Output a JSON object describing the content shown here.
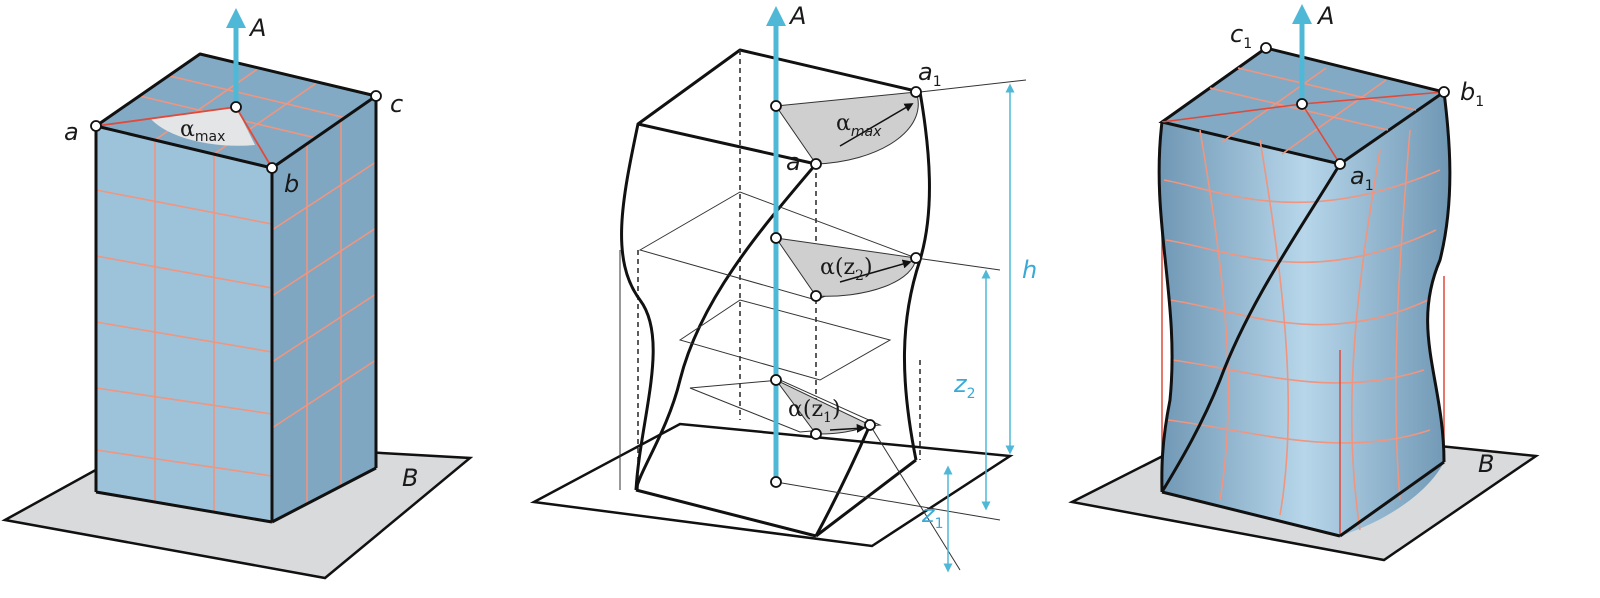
{
  "panel_left": {
    "axis": "A",
    "plane": "B",
    "angle_symbol": "α",
    "angle_sub": "max",
    "pt_a": "a",
    "pt_b": "b",
    "pt_c": "c"
  },
  "panel_middle": {
    "axis": "A",
    "pt_a": "a",
    "pt_a1": "a",
    "pt_a1_sub": "1",
    "angle_max_symbol": "α",
    "angle_max_sub": "max",
    "angle_z2": "α(z",
    "angle_z2_sub": "2",
    "angle_z2_close": ")",
    "angle_z1": "α(z",
    "angle_z1_sub": "1",
    "angle_z1_close": ")",
    "dim_h": "h",
    "dim_z2": "z",
    "dim_z2_sub": "2",
    "dim_z1": "z",
    "dim_z1_sub": "1"
  },
  "panel_right": {
    "axis": "A",
    "plane": "B",
    "pt_a1": "a",
    "pt_a1_sub": "1",
    "pt_b1": "b",
    "pt_b1_sub": "1",
    "pt_c1": "c",
    "pt_c1_sub": "1"
  },
  "colors": {
    "box_front": "#9dc3db",
    "box_side": "#7fa7c2",
    "box_top": "#83aac4",
    "grid": "#f0957f",
    "axis": "#4fb8d6",
    "plane": "#d8dadc"
  }
}
